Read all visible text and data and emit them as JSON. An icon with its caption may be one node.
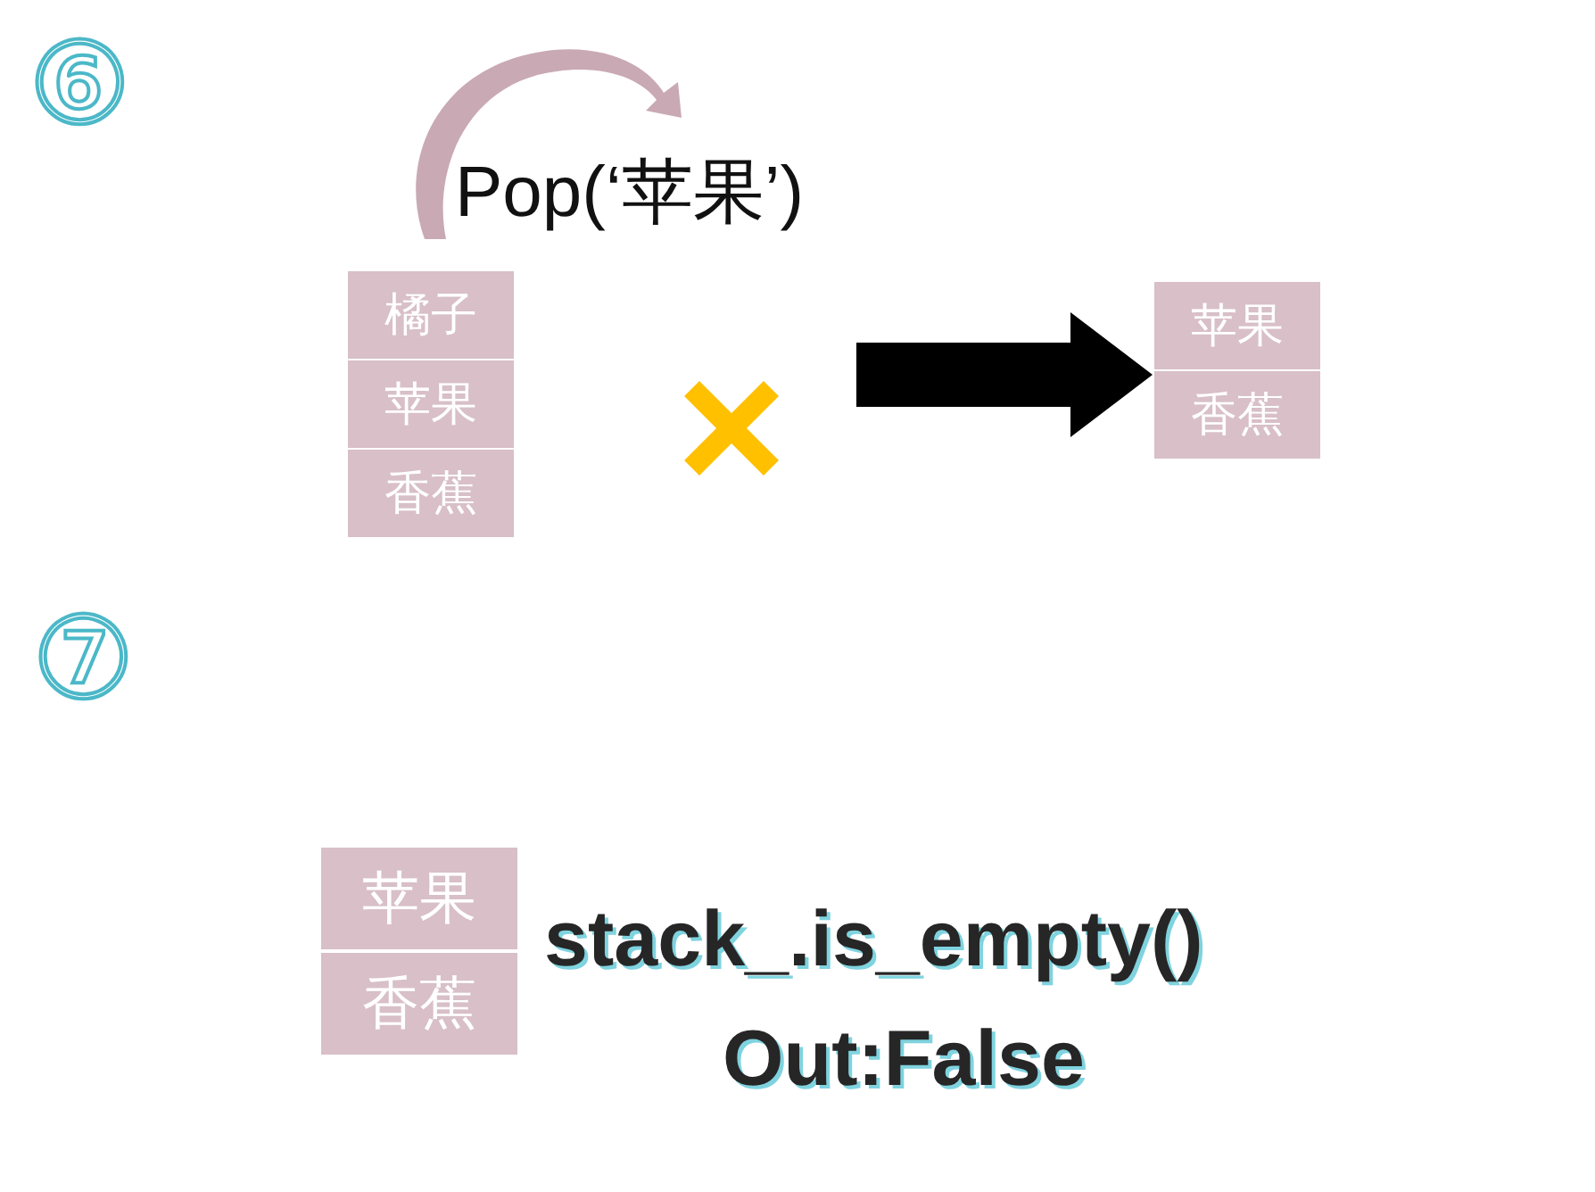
{
  "diagram": {
    "nodes": [
      {
        "text": [
          "橘子"
        ]
      },
      {
        "text": [
          "苹果"
        ]
      },
      {
        "text": [
          "香蕉"
        ]
      },
      {
        "text": [
          "苹果"
        ]
      },
      {
        "text": [
          "香蕉"
        ]
      },
      {
        "text": [
          "苹果"
        ]
      },
      {
        "text": [
          "香蕉"
        ]
      }
    ],
    "edges": [
      {
        "from": null,
        "to": 3,
        "arrow": "to"
      }
    ],
    "labels": [
      "⑥",
      "Pop(‘苹果’)",
      "⑦",
      "stack_.is_empty()",
      "Out:False"
    ]
  }
}
